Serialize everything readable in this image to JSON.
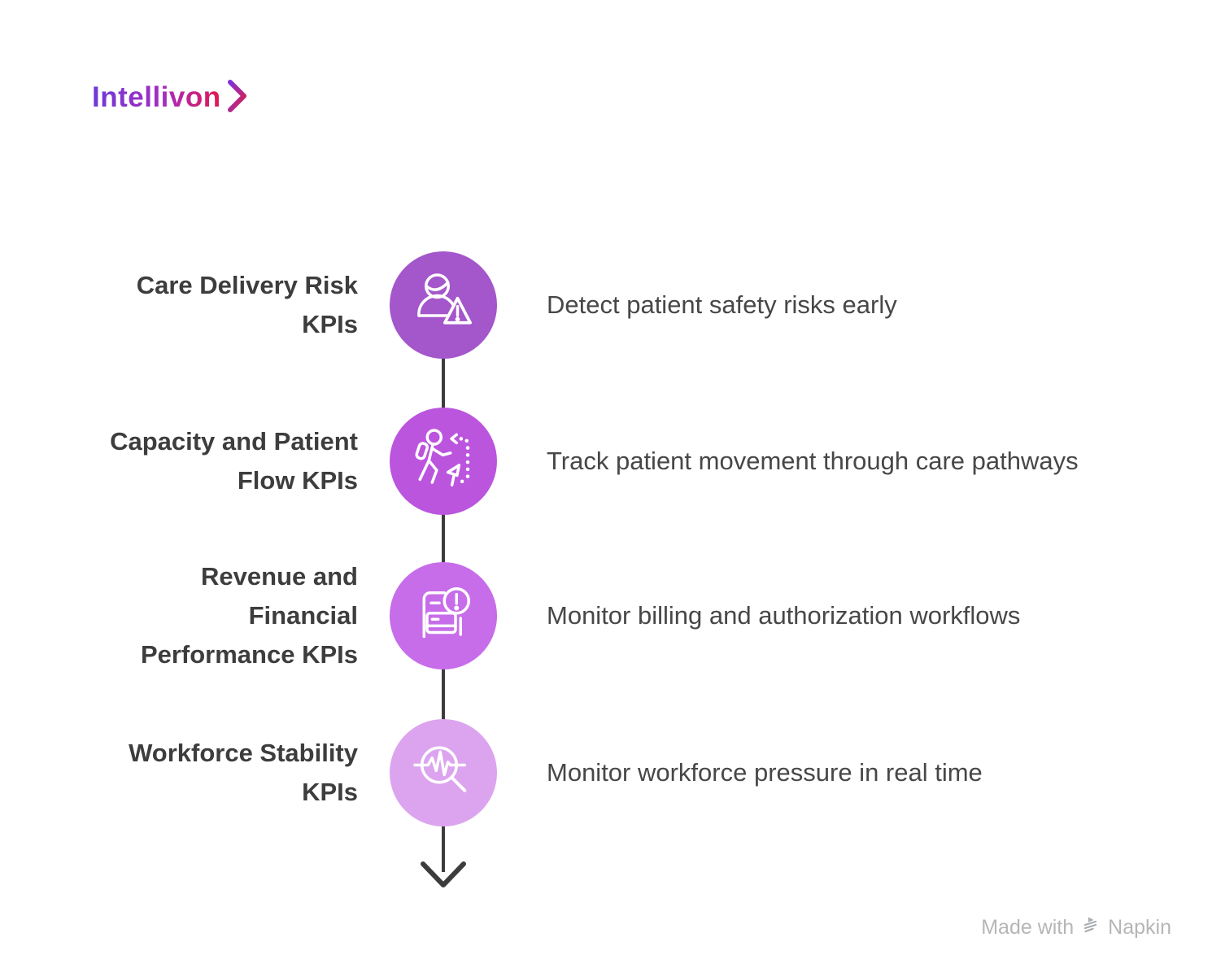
{
  "logo": {
    "brand": "Intellivon"
  },
  "palette": {
    "title_color": "#3d3d3d",
    "description_color": "#474747",
    "connector_color": "#3c3c3c",
    "logo_gradient_start": "#6d3bd8",
    "logo_gradient_end": "#e01a4f",
    "watermark_color": "#b6b6b6"
  },
  "rows": [
    {
      "title": "Care Delivery Risk KPIs",
      "title_lines": [
        "Care Delivery Risk",
        "KPIs"
      ],
      "description": "Detect patient safety risks early",
      "icon": "person-warning-icon",
      "circle_color": "#a456cb"
    },
    {
      "title": "Capacity and Patient Flow KPIs",
      "title_lines": [
        "Capacity and Patient",
        "Flow KPIs"
      ],
      "description": "Track patient movement through care pathways",
      "icon": "hiker-path-icon",
      "circle_color": "#bb55de"
    },
    {
      "title": "Revenue and Financial Performance KPIs",
      "title_lines": [
        "Revenue and",
        "Financial",
        "Performance KPIs"
      ],
      "description": "Monitor billing and authorization workflows",
      "icon": "billing-alert-icon",
      "circle_color": "#c76de9"
    },
    {
      "title": "Workforce Stability KPIs",
      "title_lines": [
        "Workforce Stability",
        "KPIs"
      ],
      "description": "Monitor workforce pressure in real time",
      "icon": "pulse-magnifier-icon",
      "circle_color": "#dca4ef"
    }
  ],
  "watermark": {
    "prefix": "Made with",
    "brand": "Napkin"
  }
}
